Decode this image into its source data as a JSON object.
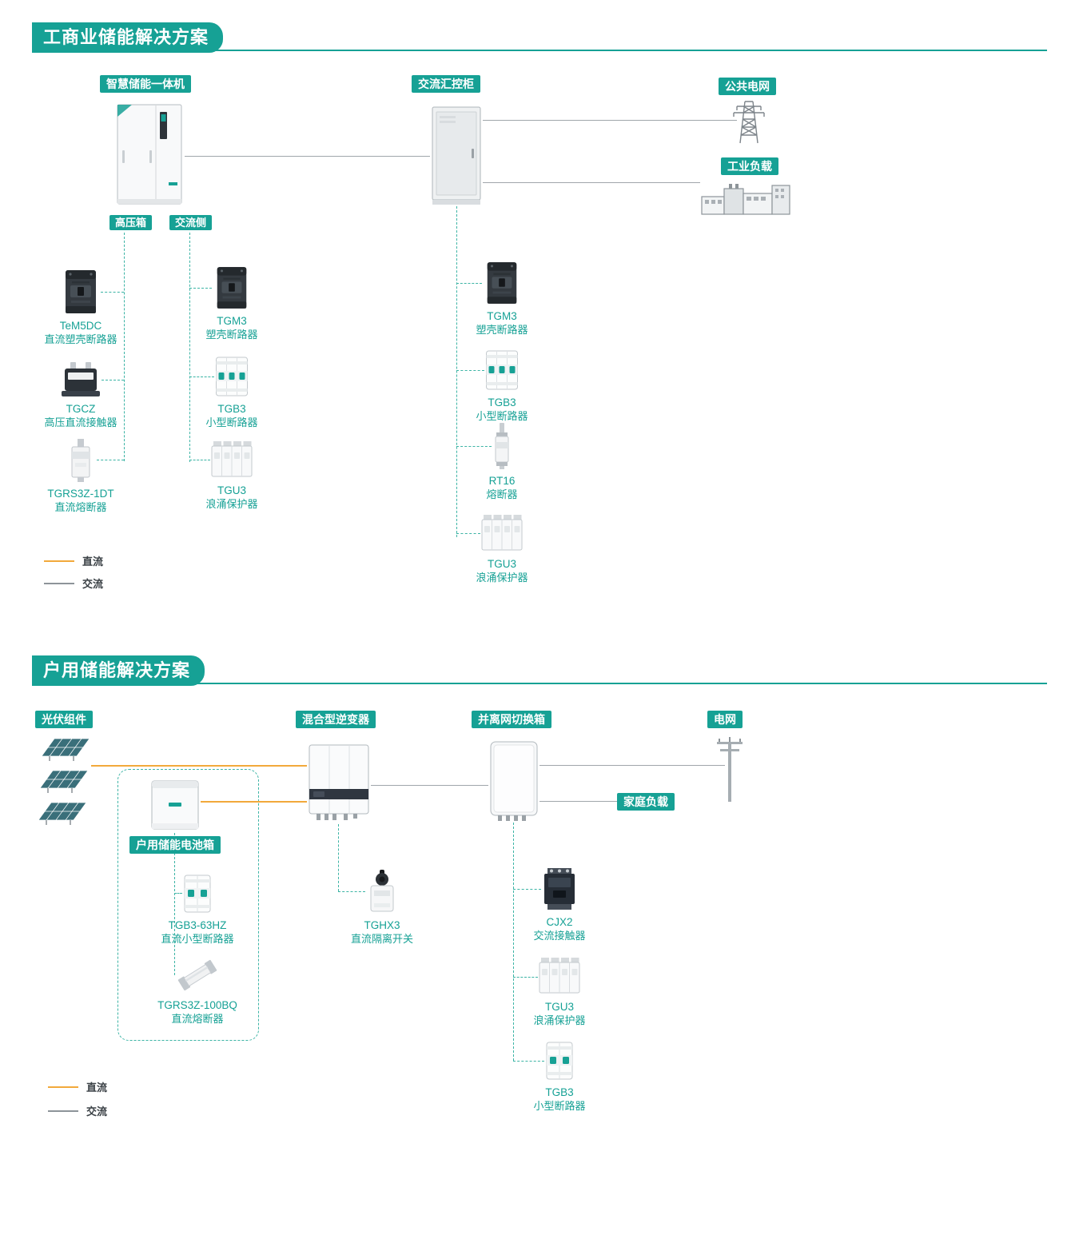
{
  "colors": {
    "accent": "#16a195",
    "dc_line": "#f2a93b",
    "ac_line": "#8d9499",
    "dash": "#3cb4a5"
  },
  "section1": {
    "title": "工商业储能解决方案",
    "nodes": {
      "storage": "智慧储能一体机",
      "cabinet": "交流汇控柜",
      "grid": "公共电网",
      "load": "工业负载",
      "hv_box": "高压箱",
      "ac_side": "交流侧"
    },
    "hv_products": [
      {
        "name": "TeM5DC",
        "desc": "直流塑壳断路器"
      },
      {
        "name": "TGCZ",
        "desc": "高压直流接触器"
      },
      {
        "name": "TGRS3Z-1DT",
        "desc": "直流熔断器"
      }
    ],
    "ac_products": [
      {
        "name": "TGM3",
        "desc": "塑壳断路器"
      },
      {
        "name": "TGB3",
        "desc": "小型断路器"
      },
      {
        "name": "TGU3",
        "desc": "浪涌保护器"
      }
    ],
    "cabinet_products": [
      {
        "name": "TGM3",
        "desc": "塑壳断路器"
      },
      {
        "name": "TGB3",
        "desc": "小型断路器"
      },
      {
        "name": "RT16",
        "desc": "熔断器"
      },
      {
        "name": "TGU3",
        "desc": "浪涌保护器"
      }
    ],
    "legend": [
      {
        "label": "直流",
        "color": "#f2a93b"
      },
      {
        "label": "交流",
        "color": "#8d9499"
      }
    ]
  },
  "section2": {
    "title": "户用储能解决方案",
    "nodes": {
      "pv": "光伏组件",
      "inverter": "混合型逆变器",
      "switch_box": "并离网切换箱",
      "grid": "电网",
      "home_load": "家庭负载",
      "battery_box": "户用储能电池箱"
    },
    "battery_products": [
      {
        "name": "TGB3-63HZ",
        "desc": "直流小型断路器"
      },
      {
        "name": "TGRS3Z-100BQ",
        "desc": "直流熔断器"
      }
    ],
    "inverter_products": [
      {
        "name": "TGHX3",
        "desc": "直流隔离开关"
      }
    ],
    "switch_products": [
      {
        "name": "CJX2",
        "desc": "交流接触器"
      },
      {
        "name": "TGU3",
        "desc": "浪涌保护器"
      },
      {
        "name": "TGB3",
        "desc": "小型断路器"
      }
    ],
    "legend": [
      {
        "label": "直流",
        "color": "#f2a93b"
      },
      {
        "label": "交流",
        "color": "#8d9499"
      }
    ]
  }
}
